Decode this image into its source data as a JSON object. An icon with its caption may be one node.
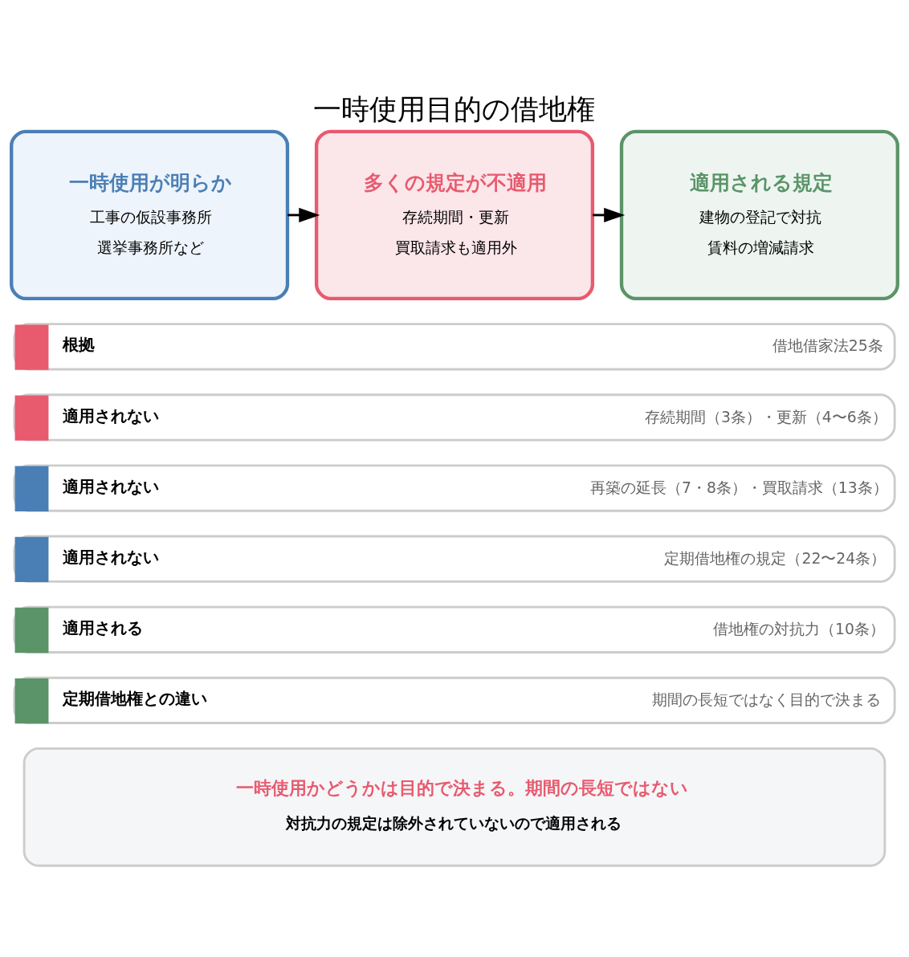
{
  "diagram": {
    "title": "一時使用目的の借地権",
    "nodes": [
      {
        "text": [
          "一時使用が明らか",
          "工事の仮設事務所",
          "選挙事務所など"
        ]
      },
      {
        "text": [
          "多くの規定が不適用",
          "存続期間・更新",
          "買取請求も適用外"
        ]
      },
      {
        "text": [
          "適用される規定",
          "建物の登記で対抗",
          "賃料の増減請求"
        ]
      },
      {
        "text": [
          "根拠",
          "借地借家法25条"
        ]
      },
      {
        "text": [
          "適用されない",
          "存続期間（3条）・更新（4〜6条）"
        ]
      },
      {
        "text": [
          "適用されない",
          "再築の延長（7・8条）・買取請求（13条）"
        ]
      },
      {
        "text": [
          "適用されない",
          "定期借地権の規定（22〜24条）"
        ]
      },
      {
        "text": [
          "適用される",
          "借地権の対抗力（10条）"
        ]
      },
      {
        "text": [
          "定期借地権との違い",
          "期間の長短ではなく目的で決まる"
        ]
      },
      {
        "text": [
          "一時使用かどうかは目的で決まる。期間の長短ではない",
          "対抗力の規定は除外されていないので適用される"
        ]
      }
    ],
    "edges": [
      {
        "from": 0,
        "to": 1,
        "arrow": "to"
      },
      {
        "from": 1,
        "to": 2,
        "arrow": "to"
      }
    ]
  }
}
